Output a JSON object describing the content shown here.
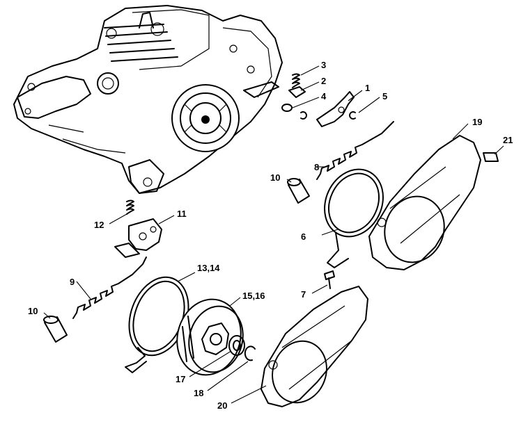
{
  "callouts": {
    "c1": "1",
    "c2": "2",
    "c3": "3",
    "c4": "4",
    "c5": "5",
    "c6": "6",
    "c7": "7",
    "c8": "8",
    "c9": "9",
    "c10a": "10",
    "c10b": "10",
    "c11": "11",
    "c12": "12",
    "c13_14": "13,14",
    "c15_16": "15,16",
    "c17": "17",
    "c18": "18",
    "c19": "19",
    "c20": "20",
    "c21": "21"
  }
}
